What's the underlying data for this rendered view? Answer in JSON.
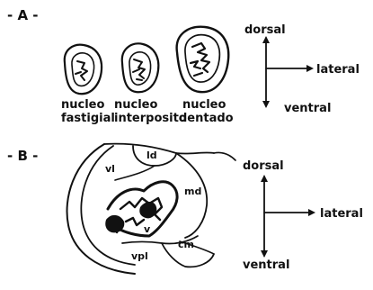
{
  "panel_a": {
    "label": "- A -",
    "nuclei": [
      {
        "name_line1": "nucleo",
        "name_line2": "fastigial"
      },
      {
        "name_line1": "nucleo",
        "name_line2": "interposito"
      },
      {
        "name_line1": "nucleo",
        "name_line2": "dentado"
      }
    ],
    "axes": {
      "top": "dorsal",
      "right": "lateral",
      "bottom": "ventral"
    }
  },
  "panel_b": {
    "label": "- B -",
    "regions": {
      "ld": "ld",
      "vl": "vl",
      "md": "md",
      "v": "v",
      "cm": "cm",
      "vpl": "vpl"
    },
    "axes": {
      "top": "dorsal",
      "right": "lateral",
      "bottom": "ventral"
    }
  }
}
